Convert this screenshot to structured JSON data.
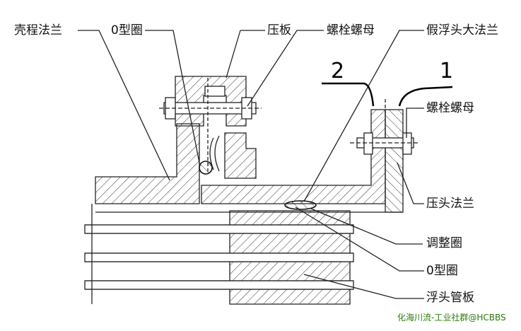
{
  "labels": {
    "shell_flange": "壳程法兰",
    "o_ring_top": "0型圈",
    "pressure_plate": "压板",
    "bolt_nut_top": "螺栓螺母",
    "dummy_floating_flange": "假浮头大法兰",
    "bolt_nut_right": "螺栓螺母",
    "head_flange": "压头法兰",
    "adjust_ring": "调整圈",
    "o_ring_bottom": "0型圈",
    "floating_tubesheet": "浮头管板"
  },
  "handwritten": {
    "mark_2": "2",
    "mark_1": "1"
  },
  "watermark": "化海川流-工业社群@HCBBS",
  "colors": {
    "line": "#222222",
    "watermark": "#2a7a0a"
  }
}
